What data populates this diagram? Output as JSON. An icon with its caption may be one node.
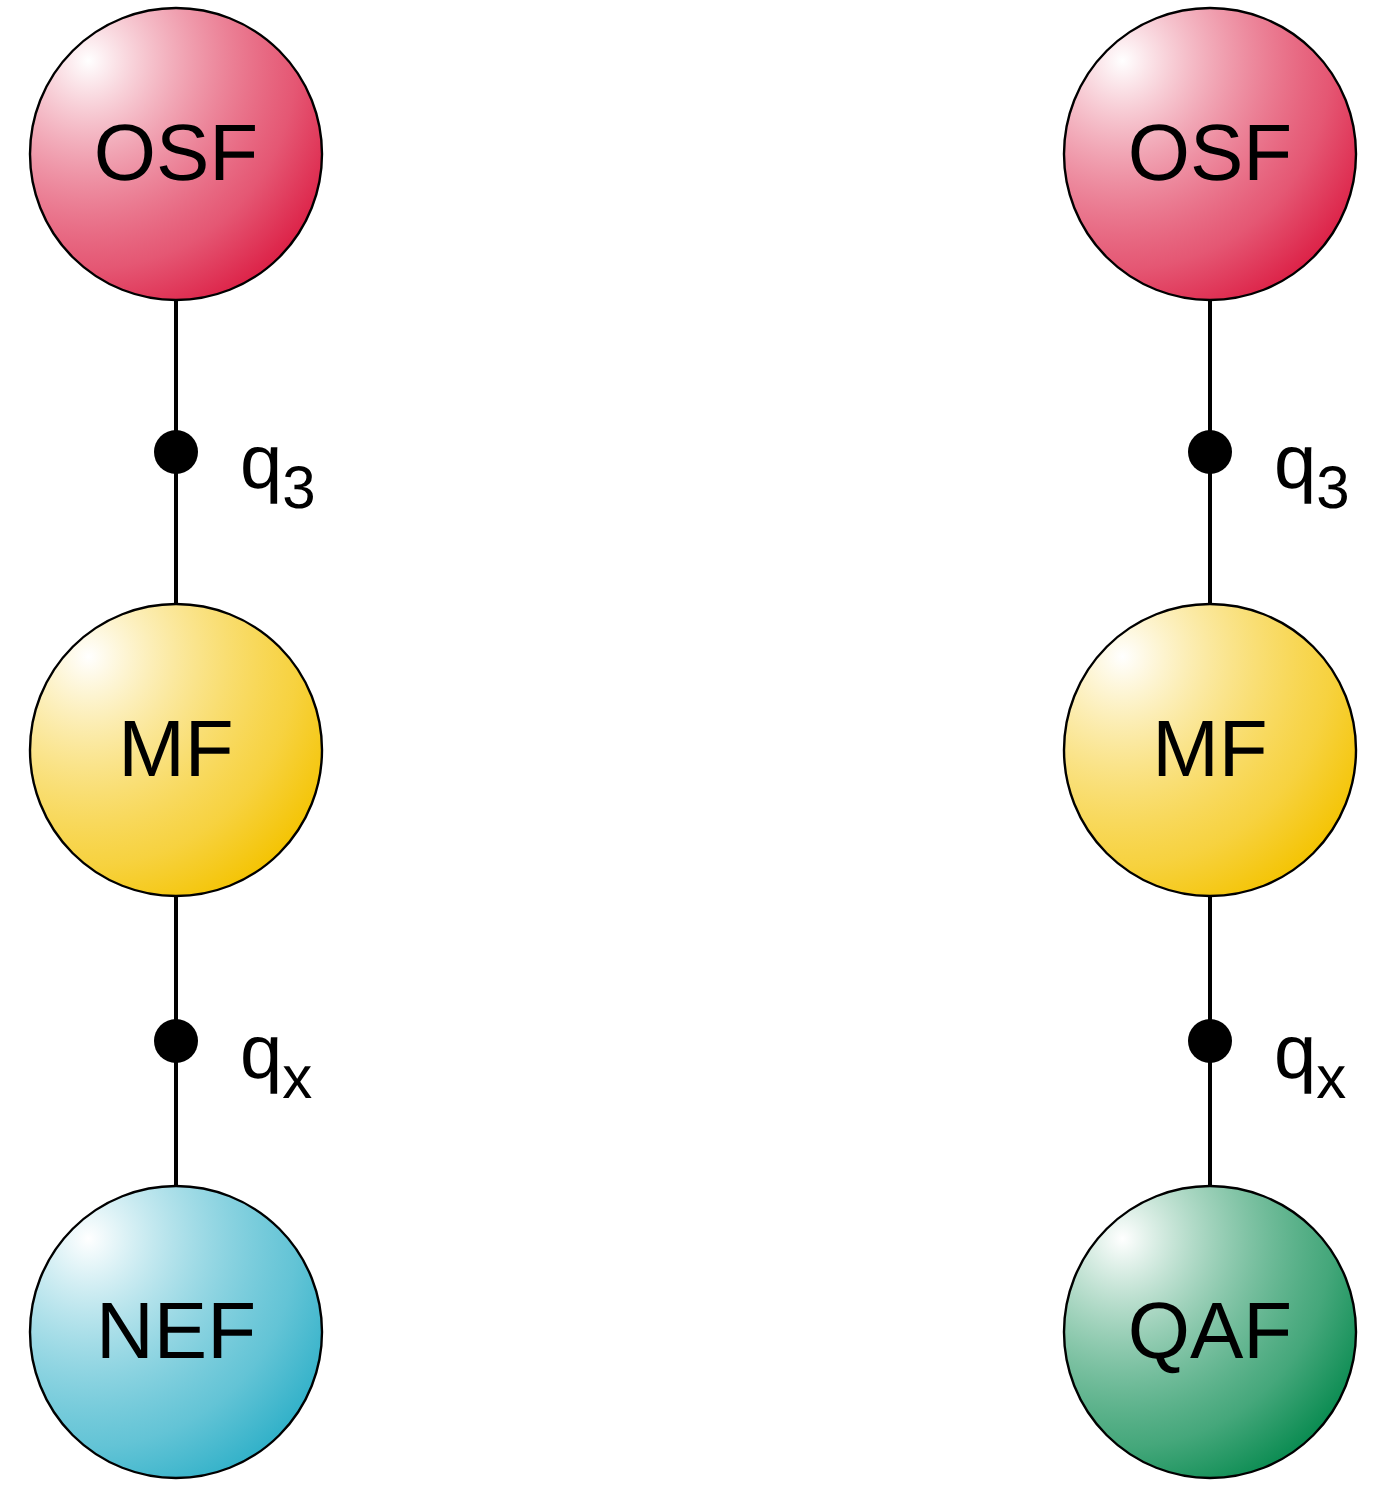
{
  "diagram": {
    "nodes": [
      {
        "text": [
          "OSF"
        ]
      },
      {
        "text": [
          "MF"
        ]
      },
      {
        "text": [
          "NEF"
        ]
      },
      {
        "text": [
          "OSF"
        ]
      },
      {
        "text": [
          "MF"
        ]
      },
      {
        "text": [
          "QAF"
        ]
      }
    ],
    "edges": [
      {
        "from": 0,
        "to": 1,
        "arrow": "none",
        "label": "q$_{3}$"
      },
      {
        "from": 1,
        "to": 2,
        "arrow": "none",
        "label": "q$_{x}$"
      },
      {
        "from": 3,
        "to": 4,
        "arrow": "none",
        "label": "q$_{3}$"
      },
      {
        "from": 4,
        "to": 5,
        "arrow": "none",
        "label": "q$_{x}$"
      }
    ]
  }
}
